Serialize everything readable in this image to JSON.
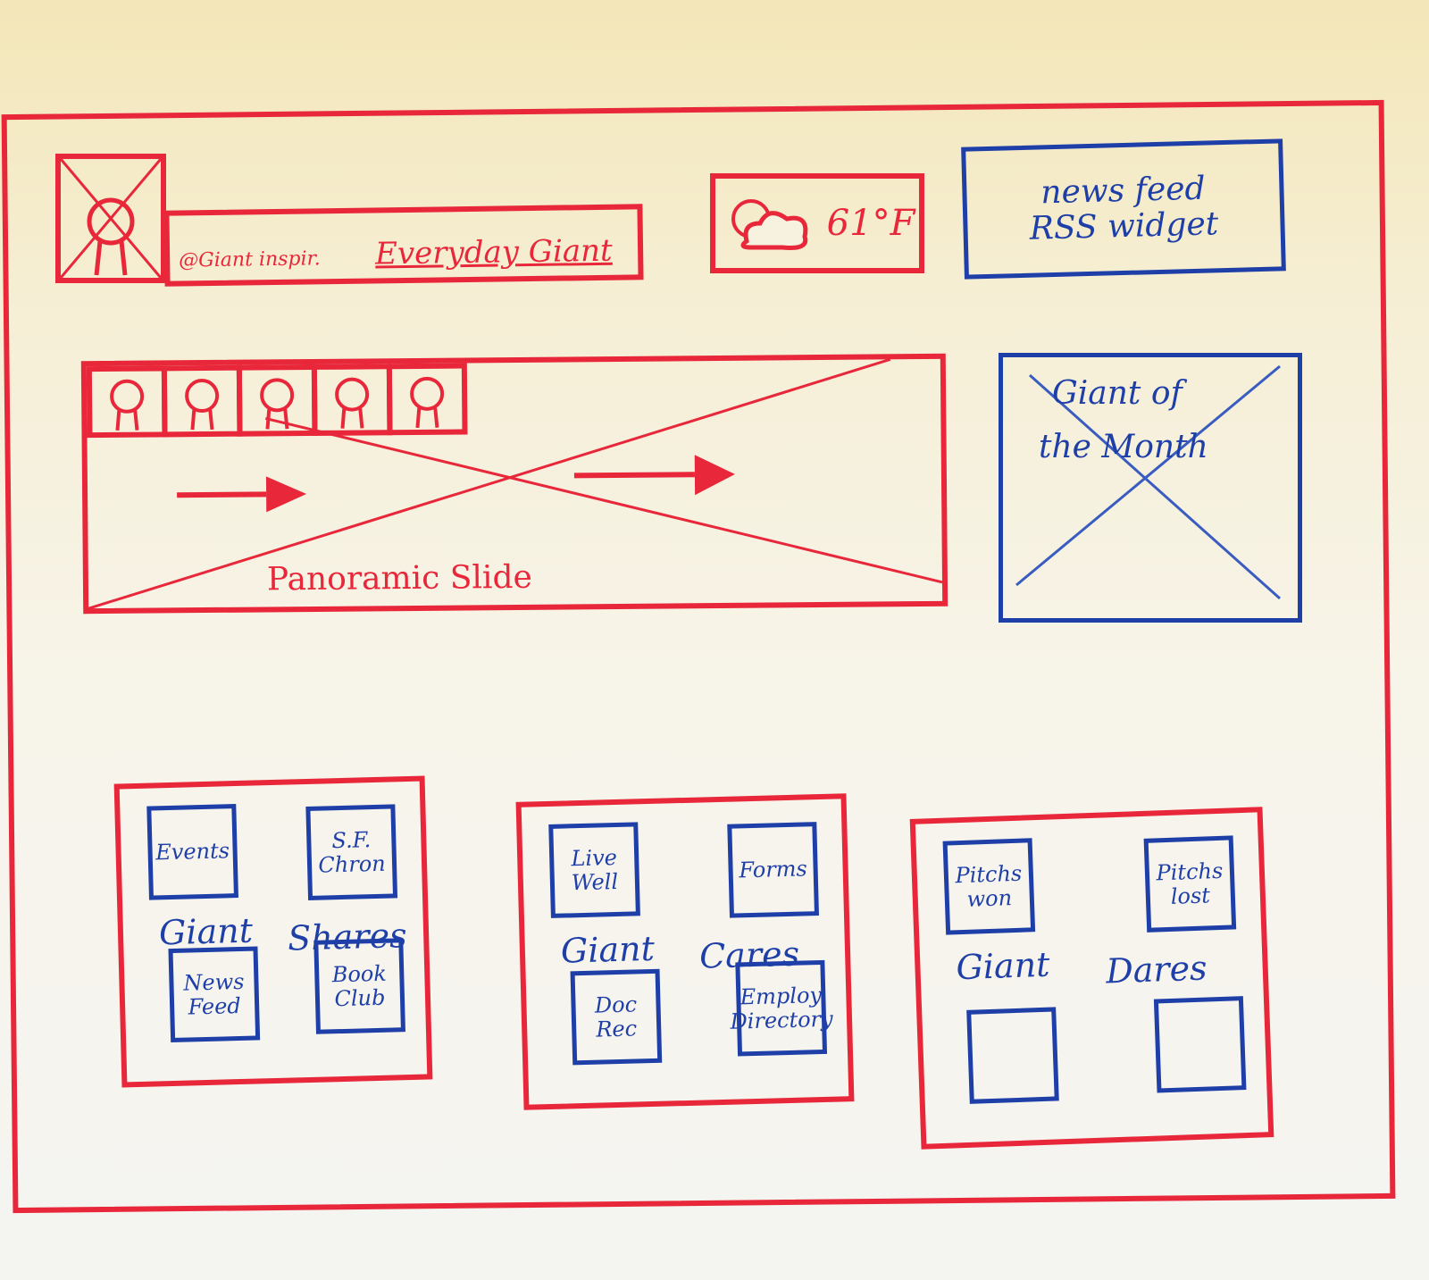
{
  "header": {
    "logo_icon": "person-placeholder-icon",
    "handle": "@Giant inspir.",
    "title": "Everyday Giant",
    "weather": {
      "icon": "sun-cloud-icon",
      "temperature": "61°F"
    },
    "news_widget": {
      "line1": "news feed",
      "line2": "RSS widget"
    }
  },
  "hero": {
    "thumbnail_count": 5,
    "label": "Panoramic Slide"
  },
  "feature": {
    "label_line1": "Giant of",
    "label_line2": "the Month"
  },
  "sections": [
    {
      "title_a": "Giant",
      "title_b": "Shares",
      "tiles": [
        "Events",
        "S.F. Chron",
        "News Feed",
        "Book Club"
      ]
    },
    {
      "title_a": "Giant",
      "title_b": "Cares",
      "tiles": [
        "Live Well",
        "Forms",
        "Doc Rec",
        "Employ Directory"
      ]
    },
    {
      "title_a": "Giant",
      "title_b": "Dares",
      "tiles": [
        "Pitchs won",
        "Pitchs lost",
        "",
        ""
      ]
    }
  ],
  "colors": {
    "red_marker": "#e8283a",
    "blue_marker": "#1f3fa8"
  }
}
